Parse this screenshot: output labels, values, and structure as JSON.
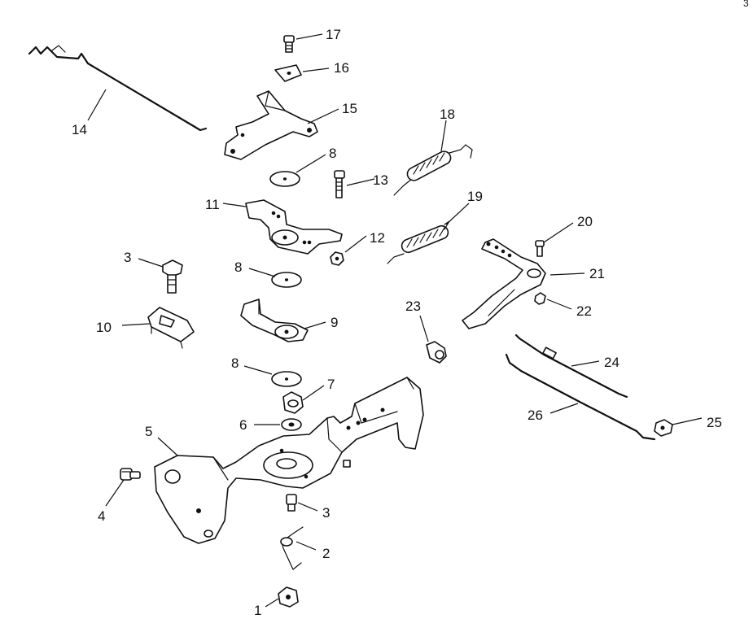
{
  "corner_mark": "3",
  "callouts": [
    "1",
    "2",
    "3",
    "3",
    "4",
    "5",
    "6",
    "7",
    "8",
    "8",
    "8",
    "9",
    "10",
    "11",
    "12",
    "13",
    "14",
    "15",
    "16",
    "17",
    "18",
    "19",
    "20",
    "21",
    "22",
    "23",
    "24",
    "25",
    "26"
  ]
}
